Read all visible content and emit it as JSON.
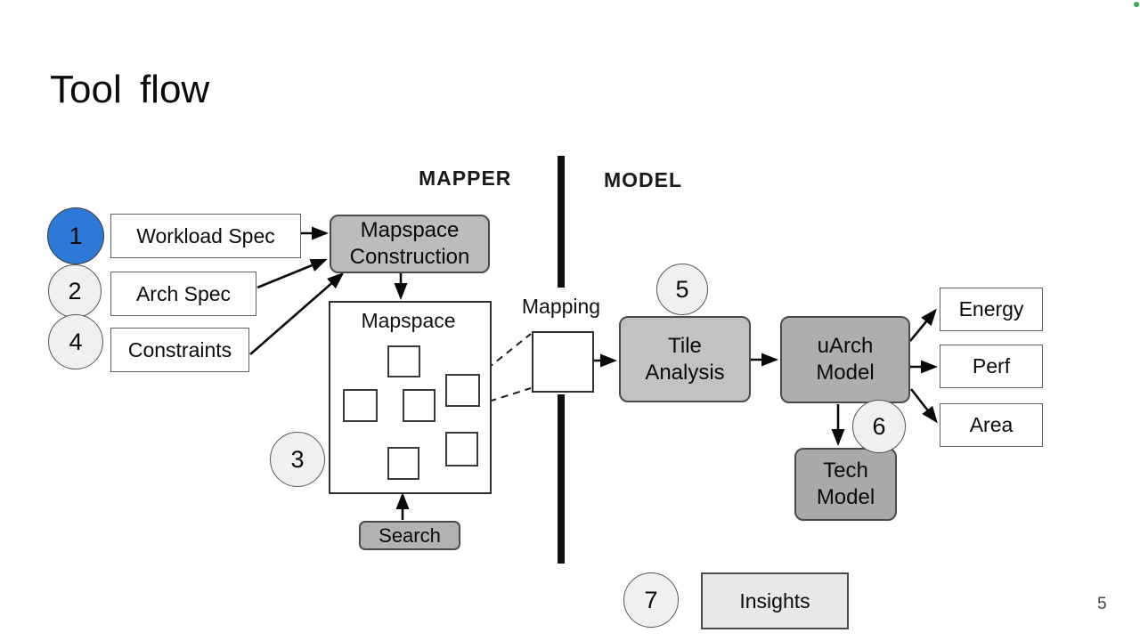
{
  "slide": {
    "title": "Tool flow",
    "page_number": "5"
  },
  "sections": {
    "mapper": "MAPPER",
    "model": "MODEL"
  },
  "steps": [
    {
      "n": "1",
      "highlight": true
    },
    {
      "n": "2",
      "highlight": false
    },
    {
      "n": "4",
      "highlight": false
    },
    {
      "n": "3",
      "highlight": false
    },
    {
      "n": "5",
      "highlight": false
    },
    {
      "n": "6",
      "highlight": false
    },
    {
      "n": "7",
      "highlight": false
    }
  ],
  "nodes": {
    "workload_spec": "Workload Spec",
    "arch_spec": "Arch Spec",
    "constraints": "Constraints",
    "mapspace_construction": "Mapspace\nConstruction",
    "mapspace": "Mapspace",
    "search": "Search",
    "mapping_label": "Mapping",
    "tile_analysis": "Tile\nAnalysis",
    "uarch_model": "uArch\nModel",
    "tech_model": "Tech\nModel",
    "energy": "Energy",
    "perf": "Perf",
    "area": "Area",
    "insights": "Insights"
  },
  "colors": {
    "step1_fill": "#2e79d8",
    "step_fill": "#f0f0f0",
    "process_gray": "#bcbcbc",
    "tile_gray": "#c2c2c2",
    "uarch_gray": "#aeaeae",
    "tech_gray": "#a9a9a9",
    "search_gray": "#b3b3b3",
    "insights_fill": "#e8e8e8",
    "divider_black": "#111111",
    "indicator_green": "#34a853"
  }
}
